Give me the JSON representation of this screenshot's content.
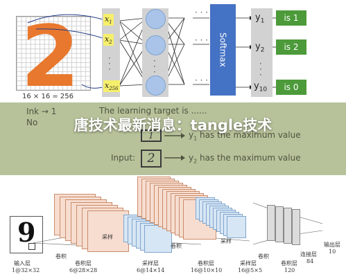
{
  "top": {
    "grid_caption": "16 × 16 = 256",
    "digit": "2",
    "inputs": {
      "x1": "x",
      "x1_sub": "1",
      "x2": "x",
      "x2_sub": "2",
      "x256": "x",
      "x256_sub": "256"
    },
    "softmax_label": "Softmax",
    "outputs": [
      {
        "label": "y",
        "sub": "1",
        "badge": "is 1"
      },
      {
        "label": "y",
        "sub": "2",
        "badge": "is 2"
      },
      {
        "label": "y",
        "sub": "10",
        "badge": "is 0"
      }
    ],
    "colors": {
      "badge": "#4c9a3a",
      "softmax": "#4472c4",
      "digit": "#e8782e",
      "highlight": "#f6ef6c"
    }
  },
  "middle": {
    "ink_line": "Ink → 1",
    "no_ink_line": "No",
    "target_line": "The learning target is ......",
    "y1_line": "y",
    "y1_sub": "1",
    "y1_rest": " has the maximum value",
    "input_label": "Input:",
    "input_digit": "2",
    "y2_line": "y",
    "y2_sub": "2",
    "y2_rest": " has the maximum value",
    "watermark": "唐技术最新消息：tangle技术"
  },
  "bottom": {
    "labels": {
      "input_layer": "输入层",
      "input_size": "1@32×32",
      "conv1": "卷积",
      "conv_layer1": "卷积层",
      "conv_layer1_size": "6@28×28",
      "sample1": "采样",
      "sample_layer1": "采样层",
      "sample_layer1_size": "6@14×14",
      "conv2": "卷积",
      "conv_layer2": "卷积层",
      "conv_layer2_size": "16@10×10",
      "sample2": "采样",
      "sample_layer2": "采样层",
      "sample_layer2_size": "16@5×5",
      "conv3": "卷积",
      "conv_layer3": "卷积层",
      "conv_layer3_size": "120",
      "fc_layer": "连接层",
      "fc_size": "84",
      "output_layer": "输出层",
      "output_size": "10"
    },
    "input_digit": "9"
  }
}
